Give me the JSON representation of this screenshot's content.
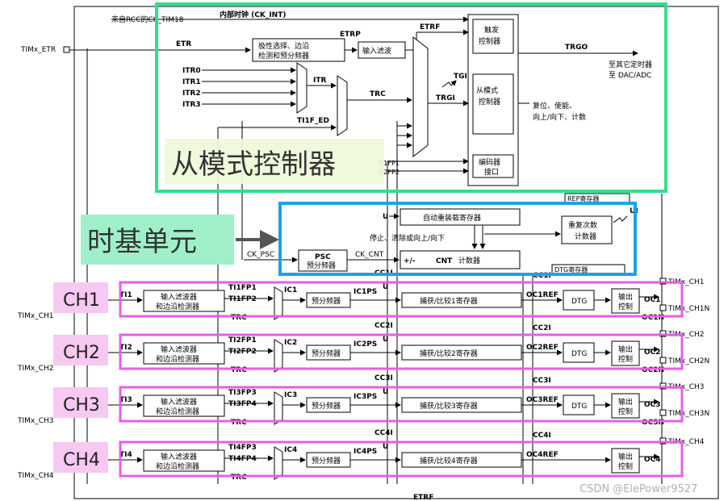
{
  "top": {
    "rcc_source": "来自RCC的CK_TIM18",
    "internal_clock": "内部时钟 (CK_INT)",
    "etr_pin": "TIMx_ETR",
    "etr": "ETR",
    "etrp": "ETRP",
    "etrf": "ETRF",
    "polarity_line1": "极性选择、边沿",
    "polarity_line2": "检测和预分频器",
    "input_filter": "输入滤波",
    "itr": [
      "ITR0",
      "ITR1",
      "ITR2",
      "ITR3"
    ],
    "itr_out": "ITR",
    "trc": "TRC",
    "tgi": "TGI",
    "trgi": "TRGI",
    "ti1f_ed": "TI1F_ED",
    "trigger_ctrl_line1": "触发",
    "trigger_ctrl_line2": "控制器",
    "slave_ctrl_line1": "从模式",
    "slave_ctrl_line2": "控制器",
    "encoder_line1": "编码器",
    "encoder_line2": "接口",
    "trgo": "TRGO",
    "to_other_timers": "至其它定时器",
    "to_dac_adc": "至 DAC/ADC",
    "reset_line1": "复位、使能、",
    "reset_line2": "向上/向下、计数",
    "ti1fp1_small": "TI1FP1",
    "ti2fp2_small": "TI2FP2"
  },
  "overlay_labels": {
    "slave_mode": "从模式控制器",
    "time_base": "时基单元",
    "ch1": "CH1",
    "ch2": "CH2",
    "ch3": "CH3",
    "ch4": "CH4"
  },
  "timebase": {
    "u": "U",
    "ui": "UI",
    "auto_reload": "自动重装载寄存器",
    "stop_clear": "停止、清除或向上/向下",
    "rep_reg": "REP寄存器",
    "rep_counter_line1": "重复次数",
    "rep_counter_line2": "计数器",
    "psc": "PSC",
    "psc_sub": "预分频器",
    "ck_psc": "CK_PSC",
    "ck_cnt": "CK_CNT",
    "plus_minus": "+/-",
    "cnt": "CNT",
    "cnt_sub": "计数器",
    "dtg_reg": "DTG寄存器"
  },
  "channels": [
    {
      "pin": "TIMx_CH1",
      "ti": "TI1",
      "filter_line1": "输入滤波器",
      "filter_line2": "和边沿检测器",
      "fp_a": "TI1FP1",
      "fp_b": "TI1FP2",
      "trc": "TRC",
      "ic": "IC1",
      "presc": "预分频器",
      "icps": "IC1PS",
      "cci": "CC1I",
      "capture": "捕获/比较1寄存器",
      "ocref": "OC1REF",
      "dtg": "DTG",
      "out_line1": "输出",
      "out_line2": "控制",
      "oc": "OC1",
      "ocn": "OC1N",
      "out_pin": "TIMx_CH1",
      "out_pin_n": "TIMx_CH1N"
    },
    {
      "pin": "TIMx_CH2",
      "ti": "TI2",
      "filter_line1": "输入滤波器",
      "filter_line2": "和边沿检测器",
      "fp_a": "TI2FP1",
      "fp_b": "TI2FP2",
      "trc": "TRC",
      "ic": "IC2",
      "presc": "预分频器",
      "icps": "IC2PS",
      "cci": "CC2I",
      "capture": "捕获/比较2寄存器",
      "ocref": "OC2REF",
      "dtg": "DTG",
      "out_line1": "输出",
      "out_line2": "控制",
      "oc": "OC2",
      "ocn": "OC2N",
      "out_pin": "TIMx_CH2",
      "out_pin_n": "TIMx_CH2N"
    },
    {
      "pin": "TIMx_CH3",
      "ti": "TI3",
      "filter_line1": "输入滤波器",
      "filter_line2": "和边沿检测器",
      "fp_a": "TI3FP3",
      "fp_b": "TI3FP4",
      "trc": "TRC",
      "ic": "IC3",
      "presc": "预分频器",
      "icps": "IC3PS",
      "cci": "CC3I",
      "capture": "捕获/比较3寄存器",
      "ocref": "OC3REF",
      "dtg": "DTG",
      "out_line1": "输出",
      "out_line2": "控制",
      "oc": "OC3",
      "ocn": "OC3N",
      "out_pin": "TIMx_CH3",
      "out_pin_n": "TIMx_CH3N"
    },
    {
      "pin": "TIMx_CH4",
      "ti": "TI4",
      "filter_line1": "输入滤波器",
      "filter_line2": "和边沿检测器",
      "fp_a": "TI4FP3",
      "fp_b": "TI4FP4",
      "trc": "TRC",
      "ic": "IC4",
      "presc": "预分频器",
      "icps": "IC4PS",
      "cci": "CC4I",
      "capture": "捕获/比较4寄存器",
      "ocref": "OC4REF",
      "dtg": "",
      "out_line1": "输出",
      "out_line2": "控制",
      "oc": "OC4",
      "ocn": "",
      "out_pin": "TIMx_CH4",
      "out_pin_n": ""
    }
  ],
  "bottom": {
    "etrf": "ETRF"
  },
  "watermark": "CSDN @ElePower9527",
  "colors": {
    "slave_box": "#2ee08a",
    "time_base_box": "#1aa3e8",
    "channel_box": "#e85ce8",
    "channel_label_bg": "#f7c8f2",
    "slave_label_bg": "#eef8d8",
    "time_base_label_bg": "#9ff0c8"
  }
}
